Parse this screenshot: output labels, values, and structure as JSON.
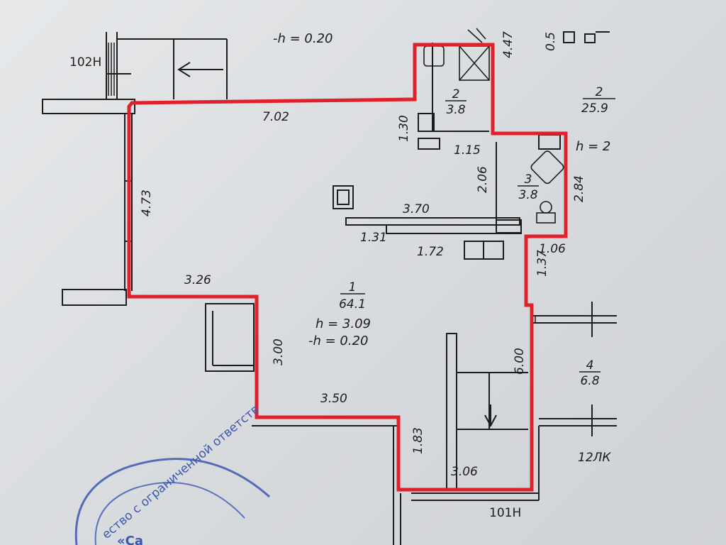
{
  "plan": {
    "top_note": "-h = 0.20",
    "ref_102n": "102Н",
    "ref_101n": "101Н",
    "ref_12lk": "12ЛК",
    "stamp_text": "ество с ограниченной ответств",
    "stamp_inner": "«Са",
    "dims": {
      "d_702": "7.02",
      "d_473": "4.73",
      "d_326": "3.26",
      "d_300": "3.00",
      "d_350": "3.50",
      "d_183": "1.83",
      "d_306": "3.06",
      "d_600": "6.00",
      "d_137": "1.37",
      "d_106": "1.06",
      "d_284": "2.84",
      "d_206": "2.06",
      "d_370": "3.70",
      "d_131": "1.31",
      "d_172": "1.72",
      "d_130": "1.30",
      "d_115": "1.15",
      "d_447": "4.47",
      "d_05": "0.5"
    },
    "rooms": [
      {
        "num": "1",
        "area": "64.1",
        "height": "h = 3.09",
        "neg_height": "-h = 0.20"
      },
      {
        "num": "2",
        "area": "3.8"
      },
      {
        "num": "3",
        "area": "3.8"
      },
      {
        "num": "2",
        "area": "25.9"
      },
      {
        "num": "4",
        "area": "6.8"
      }
    ],
    "side_height": "h = 2",
    "colors": {
      "boundary": "#e0202a",
      "ink": "#1c1c1c",
      "stamp": "#3d57b0"
    }
  }
}
